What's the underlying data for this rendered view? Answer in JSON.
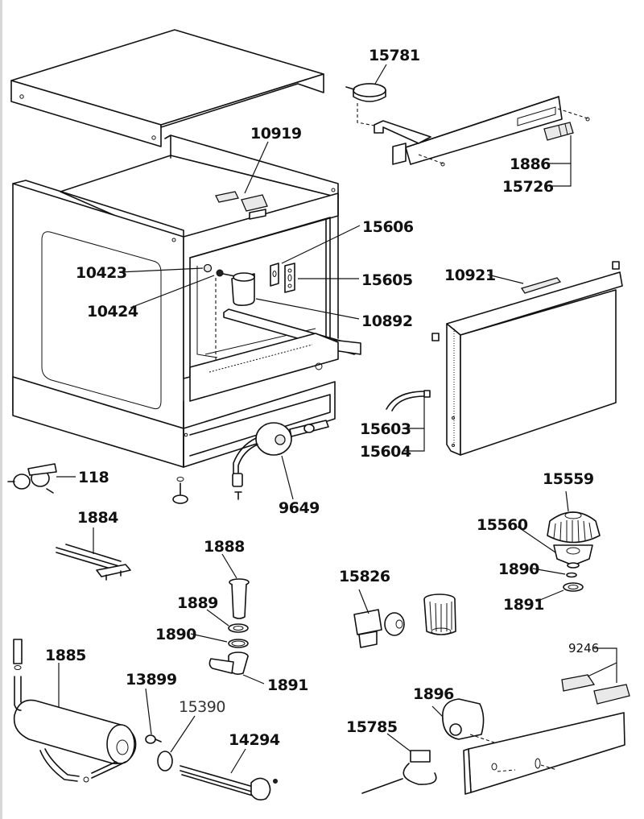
{
  "diagram": {
    "title": "Dishwasher exploded parts diagram",
    "labels": {
      "p15781": "15781",
      "p10919": "10919",
      "p1886": "1886",
      "p15726": "15726",
      "p15606": "15606",
      "p15605": "15605",
      "p10423": "10423",
      "p10424": "10424",
      "p10892": "10892",
      "p10921": "10921",
      "p15603": "15603",
      "p15604": "15604",
      "p118": "118",
      "p9649": "9649",
      "p15559": "15559",
      "p15560": "15560",
      "p1890_right": "1890",
      "p1891_right": "1891",
      "p1884": "1884",
      "p1888": "1888",
      "p1889": "1889",
      "p1890_left": "1890",
      "p1891_left": "1891",
      "p15826": "15826",
      "p1885": "1885",
      "p13899": "13899",
      "p15390": "15390",
      "p14294": "14294",
      "p9246": "9246",
      "p1896": "1896",
      "p15785": "15785"
    },
    "parts": [
      {
        "id": "top-cover",
        "name": "Top cover panel"
      },
      {
        "id": "cabinet",
        "name": "Main cabinet / tub"
      },
      {
        "id": "control-rail",
        "name": "Control panel rail"
      },
      {
        "id": "door",
        "name": "Door panel"
      },
      {
        "id": "heater-tank",
        "name": "Heater tank"
      },
      {
        "id": "front-panel",
        "name": "Front control panel"
      }
    ]
  }
}
